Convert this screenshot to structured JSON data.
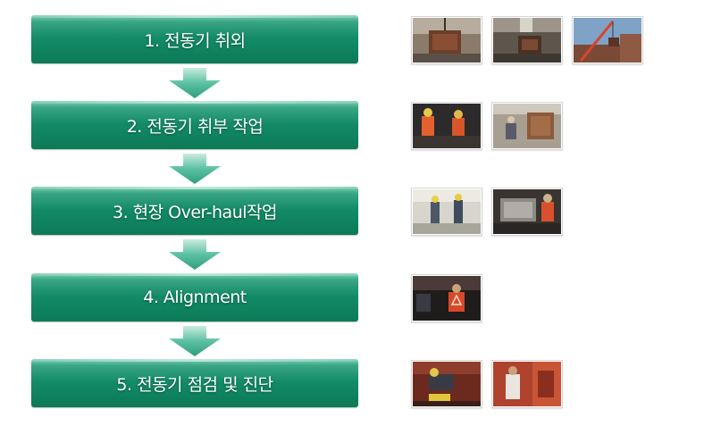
{
  "steps": [
    {
      "label": "1. 전동기 취외"
    },
    {
      "label": "2. 전동기 취부 작업"
    },
    {
      "label": "3. 현장 Over-haul작업"
    },
    {
      "label": "4. Alignment"
    },
    {
      "label": "5. 전동기 점검 및 진단"
    }
  ],
  "photo_counts": [
    3,
    2,
    2,
    1,
    2
  ],
  "colors": {
    "step_top": "#7ed2b4",
    "step_mid": "#138a66",
    "step_bottom": "#0c7a57",
    "arrow": "#5cc0a2"
  }
}
